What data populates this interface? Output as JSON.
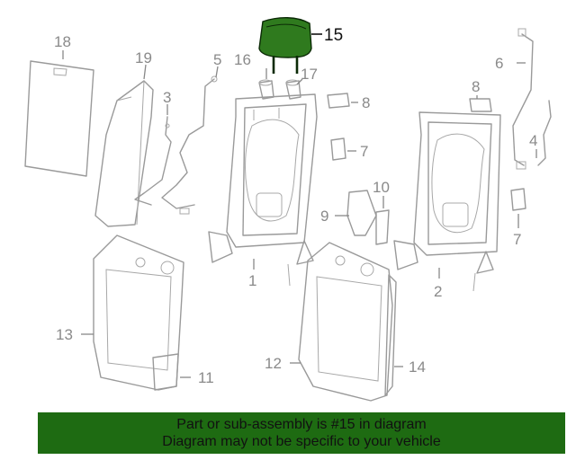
{
  "diagram": {
    "highlight_color": "#2f7a1e",
    "banner_color": "#1e6b12",
    "callouts": {
      "c1": "1",
      "c2": "2",
      "c3": "3",
      "c4": "4",
      "c5": "5",
      "c6": "6",
      "c7a": "7",
      "c7b": "7",
      "c8a": "8",
      "c8b": "8",
      "c9": "9",
      "c10": "10",
      "c11": "11",
      "c12": "12",
      "c13": "13",
      "c14": "14",
      "c15": "15",
      "c16": "16",
      "c17": "17",
      "c18": "18",
      "c19": "19"
    }
  },
  "banner": {
    "line1": "Part or sub-assembly is #15 in diagram",
    "line2": "Diagram may not be specific to your vehicle"
  }
}
